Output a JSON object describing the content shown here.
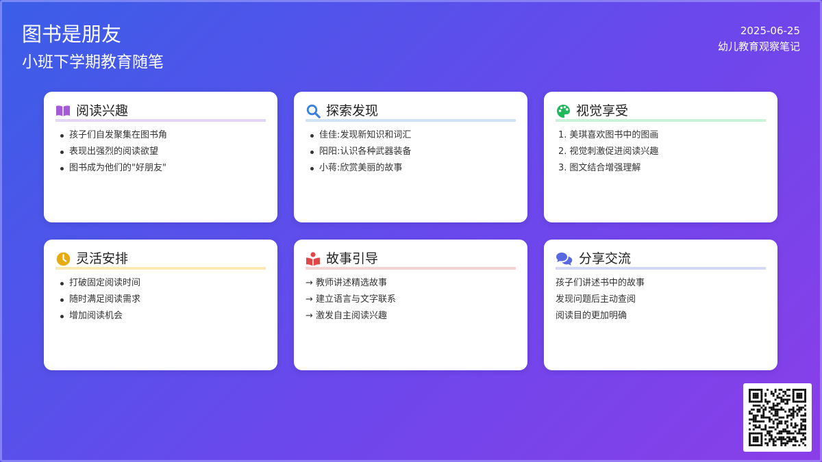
{
  "header": {
    "title": "图书是朋友",
    "subtitle": "小班下学期教育随笔",
    "date": "2025-06-25",
    "category": "幼儿教育观察笔记"
  },
  "cards": [
    {
      "title": "阅读兴趣",
      "icon": "open-book-icon",
      "accent": "#e4d4f6",
      "icon_color": "#a35bd8",
      "style": "bullets",
      "items": [
        "孩子们自发聚集在图书角",
        "表现出强烈的阅读欲望",
        "图书成为他们的\"好朋友\""
      ]
    },
    {
      "title": "探索发现",
      "icon": "magnifier-icon",
      "accent": "#cfe3f5",
      "icon_color": "#3d7fe0",
      "style": "bullets",
      "items": [
        "佳佳:发现新知识和词汇",
        "阳阳:认识各种武器装备",
        "小蒋:欣赏美丽的故事"
      ]
    },
    {
      "title": "视觉享受",
      "icon": "palette-icon",
      "accent": "#c9f2d8",
      "icon_color": "#1fb85a",
      "style": "numbered",
      "items": [
        "美琪喜欢图书中的图画",
        "视觉刺激促进阅读兴趣",
        "图文结合增强理解"
      ]
    },
    {
      "title": "灵活安排",
      "icon": "clock-icon",
      "accent": "#fbe9b4",
      "icon_color": "#e6ab10",
      "style": "bullets",
      "items": [
        "打破固定阅读时间",
        "随时满足阅读需求",
        "增加阅读机会"
      ]
    },
    {
      "title": "故事引导",
      "icon": "reading-person-icon",
      "accent": "#f7d4d4",
      "icon_color": "#e04848",
      "style": "arrows",
      "items": [
        "→ 教师讲述精选故事",
        "→ 建立语言与文字联系",
        "→ 激发自主阅读兴趣"
      ]
    },
    {
      "title": "分享交流",
      "icon": "chat-bubbles-icon",
      "accent": "#d3d8f4",
      "icon_color": "#5a68e0",
      "style": "plain",
      "items": [
        "孩子们讲述书中的故事",
        "发现问题后主动查阅",
        "阅读目的更加明确"
      ]
    }
  ]
}
